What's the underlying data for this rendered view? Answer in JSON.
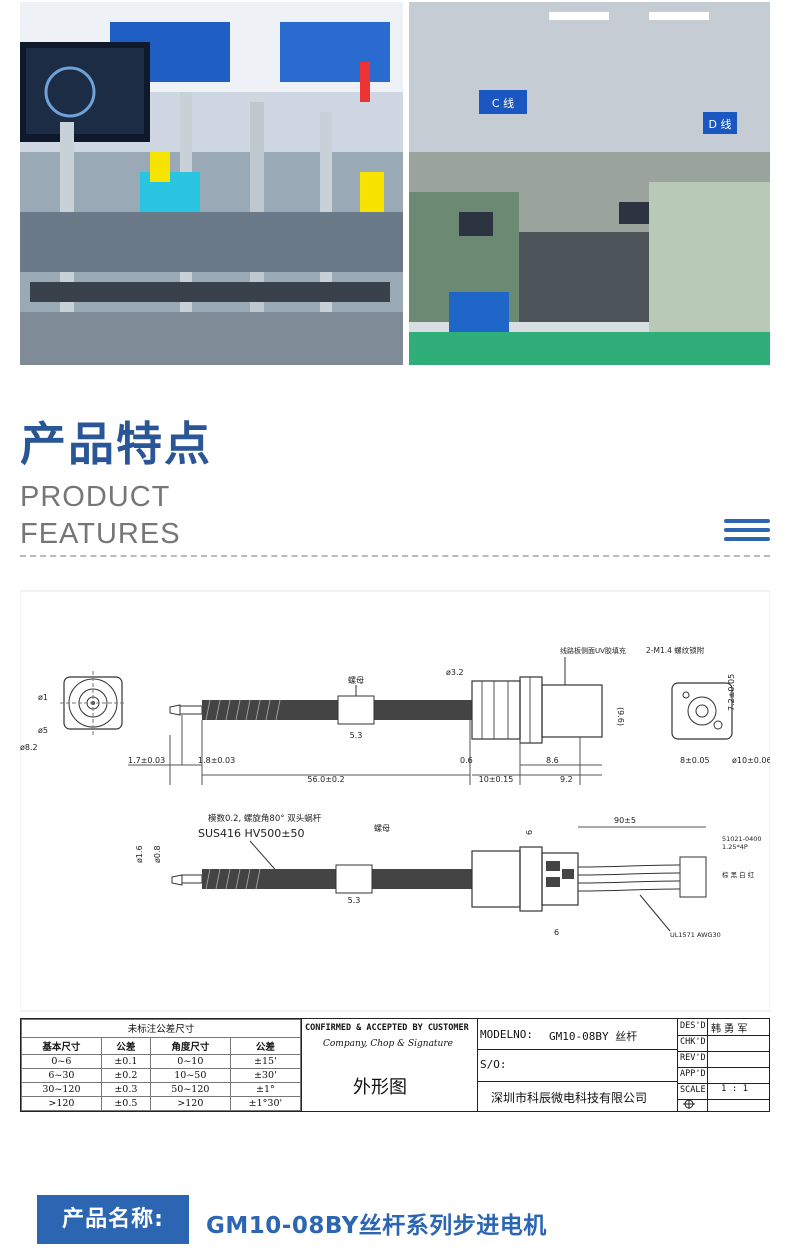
{
  "photos": {
    "left": {
      "monitor_label": ""
    },
    "right": {
      "sign_c": "C 线",
      "sign_d": "D 线"
    }
  },
  "section": {
    "heading": "产品特点",
    "sub_line1": "PRODUCT",
    "sub_line2": "FEATURES"
  },
  "drawing": {
    "front_view": {
      "d1": "ø1",
      "d2": "ø5",
      "d3": "ø8.2"
    },
    "top": {
      "nut_label": "螺母",
      "nut_width": "5.3",
      "shaft_dia": "ø3.2",
      "label_uv": "线路板侧面UV胶填充",
      "label_screw": "2-M1.4 螺纹锁附",
      "dim_96": "(9.6)",
      "dim_17": "1.7±0.03",
      "dim_18": "1.8±0.03",
      "dim_56": "56.0±0.2",
      "dim_06": "0.6",
      "dim_86": "8.6",
      "dim_10": "10±0.15",
      "dim_92": "9.2",
      "dim_72": "7.2±0.05",
      "dim_8": "8±0.05",
      "dim_phi10": "ø10±0.06"
    },
    "bottom": {
      "note1": "模数0.2, 螺旋角80° 双头蜗杆",
      "note2": "SUS416  HV500±50",
      "nut_label": "螺母",
      "nut_width": "5.3",
      "dim_phi16": "ø1.6",
      "dim_phi08": "ø0.8",
      "dim_6": "6",
      "dim_90": "90±5",
      "dim_6b": "6",
      "conn1": "51021-0400",
      "conn2": "1.25*4P",
      "wire": "UL1571 AWG30",
      "colors": "棕 黑 白 红"
    }
  },
  "title_block": {
    "tolerance": {
      "title": "未标注公差尺寸",
      "headers": [
        "基本尺寸",
        "公差",
        "角度尺寸",
        "公差"
      ],
      "rows": [
        [
          "0~6",
          "±0.1",
          "0~10",
          "±15'"
        ],
        [
          "6~30",
          "±0.2",
          "10~50",
          "±30'"
        ],
        [
          "30~120",
          "±0.3",
          "50~120",
          "±1°"
        ],
        [
          ">120",
          "±0.5",
          ">120",
          "±1°30'"
        ]
      ]
    },
    "confirm_title": "CONFIRMED & ACCEPTED BY CUSTOMER",
    "confirm_sub": "Company, Chop & Signature",
    "view_name": "外形图",
    "model_label": "MODELNO:",
    "model_value": "GM10-08BY 丝杆",
    "so_label": "S/O:",
    "company": "深圳市科辰微电科技有限公司",
    "des_label": "DES'D",
    "des_value": "韩 勇 军",
    "chk_label": "CHK'D",
    "rev_label": "REV'D",
    "app_label": "APP'D",
    "scale_label": "SCALE",
    "scale_value": "1 : 1"
  },
  "product": {
    "banner_label": "产品名称:",
    "name": "GM10-08BY丝杆系列步进电机"
  }
}
